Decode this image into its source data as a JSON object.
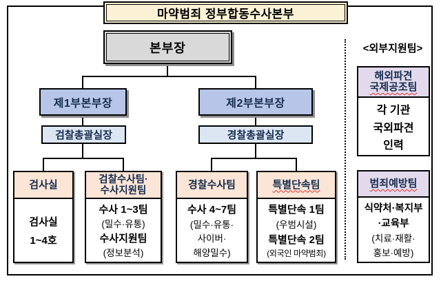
{
  "org": {
    "title": "마약범죄 정부합동수사본부",
    "director": "본부장",
    "branches": {
      "left": {
        "deputy": "제1부본부장",
        "chief": "검찰총괄실장"
      },
      "right": {
        "deputy": "제2부본부장",
        "chief": "경찰총괄실장"
      }
    },
    "teams": [
      {
        "header_lines": [
          "검사실"
        ],
        "lines": [
          "검사실",
          "1~4호"
        ]
      },
      {
        "header_lines": [
          "검찰수사팀·",
          "수사지원팀"
        ],
        "lines": [
          "수사 1~3팀",
          "(밀수·유통)",
          "수사지원팀",
          "(정보분석)"
        ]
      },
      {
        "header_lines": [
          "경찰수사팀"
        ],
        "lines": [
          "수사 4~7팀",
          "(밀수·유통·",
          "사이버·",
          "해양밀수)"
        ]
      },
      {
        "header_lines": [
          "특별단속팀"
        ],
        "lines": [
          "특별단속 1팀",
          "(우범시설)",
          "특별단속 2팀",
          "(외국인 마약범죄)"
        ]
      }
    ],
    "external": {
      "label": "<외부지원팀>",
      "boxes": [
        {
          "header_lines": [
            "해외파견",
            "국제공조팀"
          ],
          "lines": [
            "각 기관",
            "국외파견",
            "인력"
          ]
        },
        {
          "header_lines": [
            "범죄예방팀"
          ],
          "lines": [
            "식약처·복지부",
            "·교육부",
            "(치료·재활·",
            "홍보·예방)"
          ]
        }
      ]
    }
  },
  "colors": {
    "title_bg": "#FBF2D5",
    "director_bg": "#D9D9D9",
    "deputy_bg": "#B7C6E8",
    "chief_bg": "#DCE6F2",
    "team_header_bg": "#FBE5D6",
    "external_header_bg": "#E2DAEC",
    "header_text": "#152B4E",
    "connector": "#000000",
    "spellcheck_underline": "#E03030"
  }
}
